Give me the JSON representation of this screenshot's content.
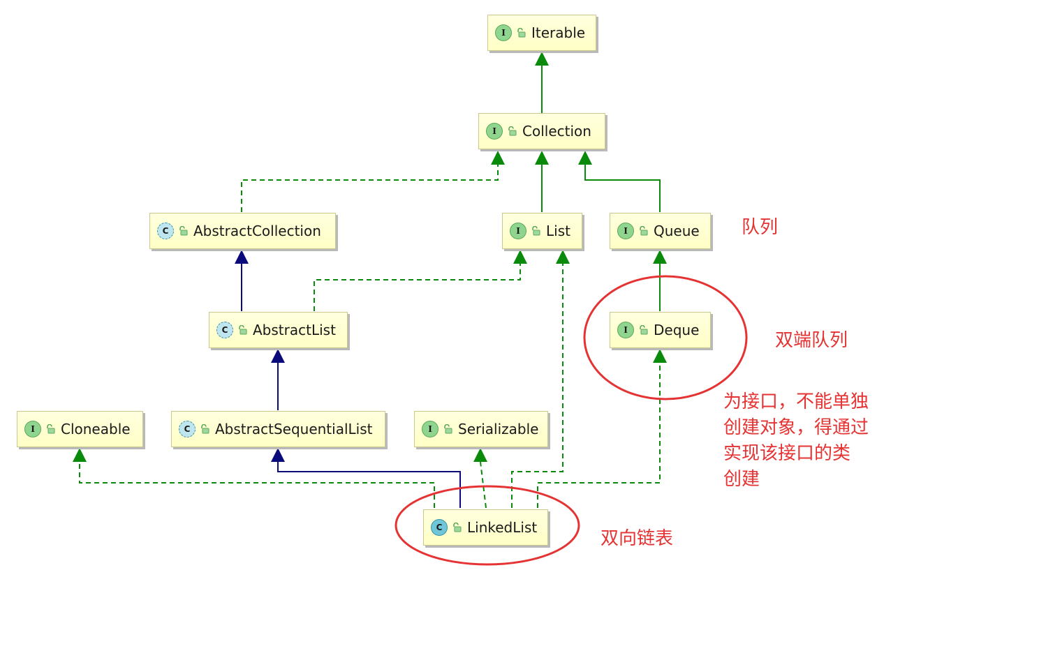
{
  "nodes": {
    "iterable": {
      "name": "Iterable",
      "kind_letter": "I"
    },
    "collection": {
      "name": "Collection",
      "kind_letter": "I"
    },
    "abstract_collection": {
      "name": "AbstractCollection",
      "kind_letter": "C"
    },
    "list": {
      "name": "List",
      "kind_letter": "I"
    },
    "queue": {
      "name": "Queue",
      "kind_letter": "I"
    },
    "abstract_list": {
      "name": "AbstractList",
      "kind_letter": "C"
    },
    "deque": {
      "name": "Deque",
      "kind_letter": "I"
    },
    "cloneable": {
      "name": "Cloneable",
      "kind_letter": "I"
    },
    "abstract_sequential_list": {
      "name": "AbstractSequentialList",
      "kind_letter": "C"
    },
    "serializable": {
      "name": "Serializable",
      "kind_letter": "I"
    },
    "linked_list": {
      "name": "LinkedList",
      "kind_letter": "C"
    }
  },
  "annotations": {
    "queue_note": "队列",
    "deque_note": "双端队列",
    "deque_explain": [
      "为接口，不能单独",
      "创建对象，得通过",
      "实现该接口的类",
      "创建"
    ],
    "linkedlist_note": "双向链表"
  },
  "colors": {
    "interface_arrow": "#0a8a0a",
    "extends_arrow": "#0a0a7a",
    "highlight": "#e53333",
    "node_fill": "#ffffcc"
  }
}
